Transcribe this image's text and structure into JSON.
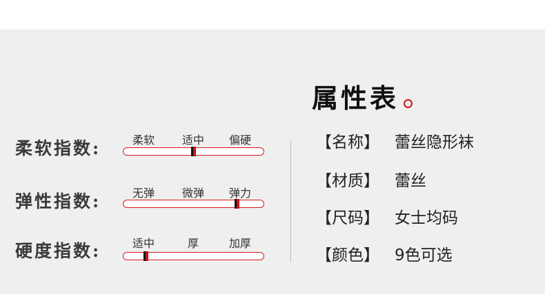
{
  "indices": [
    {
      "label": "柔软指数:",
      "ticks": [
        "柔软",
        "适中",
        "偏硬"
      ],
      "level_percent": 50
    },
    {
      "label": "弹性指数:",
      "ticks": [
        "无弹",
        "微弹",
        "弹力"
      ],
      "level_percent": 82
    },
    {
      "label": "硬度指数:",
      "ticks": [
        "适中",
        "厚",
        "加厚"
      ],
      "level_percent": 15
    }
  ],
  "attributes": {
    "title": "属性表",
    "rows": [
      {
        "key": "【名称】",
        "value": "蕾丝隐形袜"
      },
      {
        "key": "【材质】",
        "value": "蕾丝"
      },
      {
        "key": "【尺码】",
        "value": "女士均码"
      },
      {
        "key": "【颜色】",
        "value": "9色可选"
      }
    ]
  },
  "colors": {
    "accent": "#c81418",
    "panel_bg": "#efefef"
  }
}
